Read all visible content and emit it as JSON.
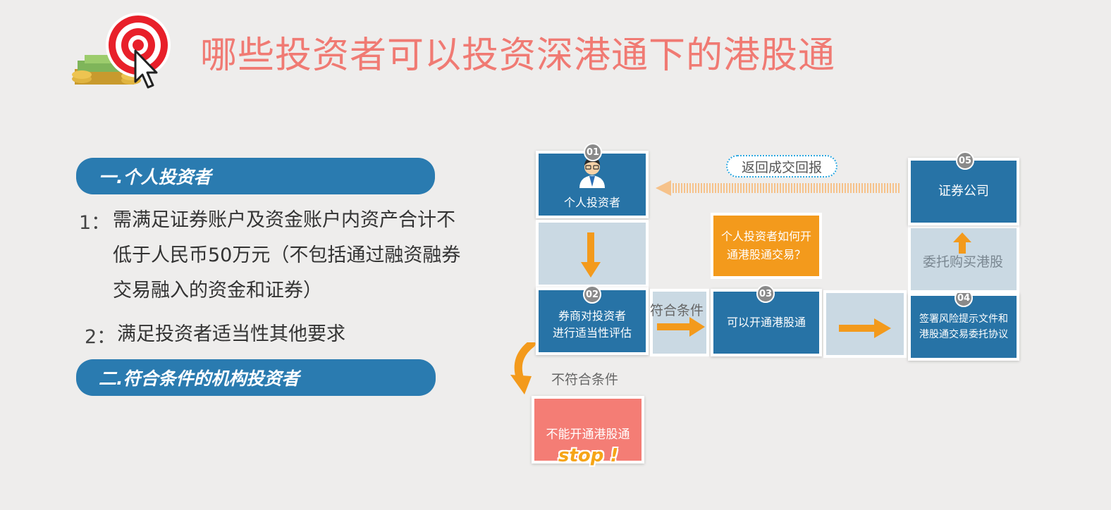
{
  "header": {
    "title": "哪些投资者可以投资深港通下的港股通",
    "logo_icon": "target-money-cursor-icon"
  },
  "sections": {
    "individual": {
      "heading": "一.个人投资者",
      "points": [
        {
          "num": "1：",
          "lines": [
            "需满足证券账户及资金账户内资产合计不",
            "低于人民币50万元（不包括通过融资融券",
            "交易融入的资金和证券）"
          ]
        },
        {
          "num": "2：",
          "lines": [
            "满足投资者适当性其他要求"
          ]
        }
      ]
    },
    "institutional": {
      "heading": "二.符合条件的机构投资者"
    }
  },
  "flow": {
    "step1": {
      "num": "01",
      "label": "个人投资者"
    },
    "step2": {
      "num": "02",
      "label_lines": [
        "券商对投资者",
        "进行适当性评估"
      ]
    },
    "step3": {
      "num": "03",
      "label": "可以开通港股通"
    },
    "step4": {
      "num": "04",
      "label_lines": [
        "签署风险提示文件和",
        "港股通交易委托协议"
      ]
    },
    "step5": {
      "num": "05",
      "label": "证券公司"
    },
    "question_lines": [
      "个人投资者如何开",
      "通港股通交易？"
    ],
    "pass_label": "符合条件",
    "fail_label": "不符合条件",
    "delegate_label": "委托购买港股",
    "feedback_label": "返回成交回报",
    "reject_label": "不能开通港股通",
    "stop_label": "stop !"
  },
  "colors": {
    "title": "#f07a73",
    "primary_blue": "#2773a6",
    "pale_blue": "#cad9e3",
    "arrow_orange": "#f39a1c",
    "stop_red": "#f47d75"
  }
}
